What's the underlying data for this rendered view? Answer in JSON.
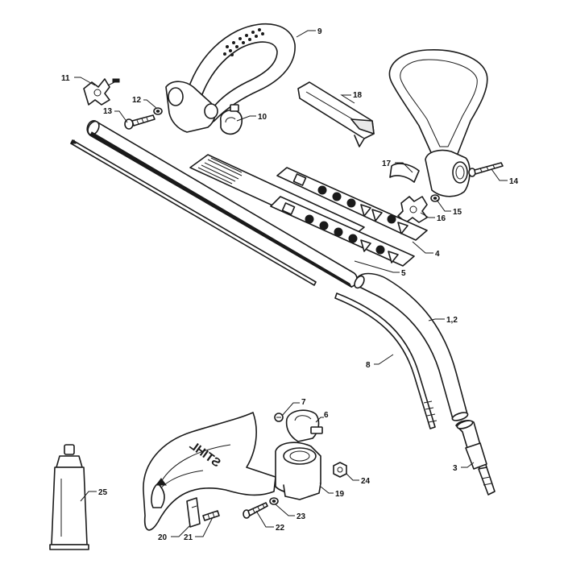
{
  "callouts": {
    "c1_2": "1,2",
    "c3": "3",
    "c4": "4",
    "c5": "5",
    "c6": "6",
    "c7": "7",
    "c8": "8",
    "c9": "9",
    "c10": "10",
    "c11": "11",
    "c12": "12",
    "c13": "13",
    "c14": "14",
    "c15": "15",
    "c16": "16",
    "c17": "17",
    "c18": "18",
    "c19": "19",
    "c20": "20",
    "c21": "21",
    "c22": "22",
    "c23": "23",
    "c24": "24",
    "c25": "25"
  },
  "guard_brand": "STIHL"
}
